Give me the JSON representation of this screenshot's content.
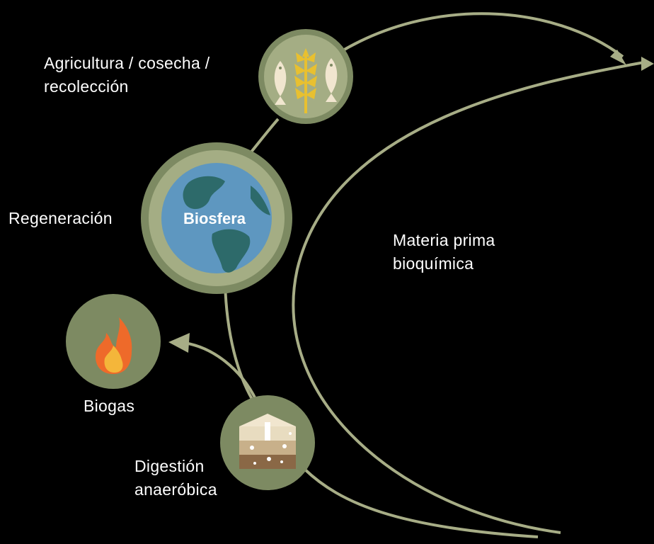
{
  "colors": {
    "background": "#000000",
    "node_outer": "#7d8a62",
    "node_inner": "#a4ad84",
    "cycle_line": "#a7ad86",
    "earth_ocean": "#5e97c0",
    "earth_land": "#2d6a6a",
    "flame_orange": "#ee6a2a",
    "flame_yellow": "#f4b63a",
    "wheat": "#e8c030",
    "fish": "#f1e6cf",
    "soil_dark": "#8a6846",
    "soil_mid": "#c8b08a",
    "soil_light": "#e8dcc0"
  },
  "diagram": {
    "agriculture_label": [
      "Agricultura / cosecha /",
      "recolección"
    ],
    "regeneration_label": "Regeneración",
    "biosphere_label": "Biosfera",
    "feedstock_label": [
      "Materia prima",
      "bioquímica"
    ],
    "biogas_label": "Biogas",
    "digestion_label": [
      "Digestión",
      "anaeróbica"
    ]
  },
  "icons": {
    "agriculture": "fish-wheat-fish-icon",
    "biosphere": "earth-globe-icon",
    "biogas": "flame-icon",
    "digestion": "soil-layers-icon"
  }
}
